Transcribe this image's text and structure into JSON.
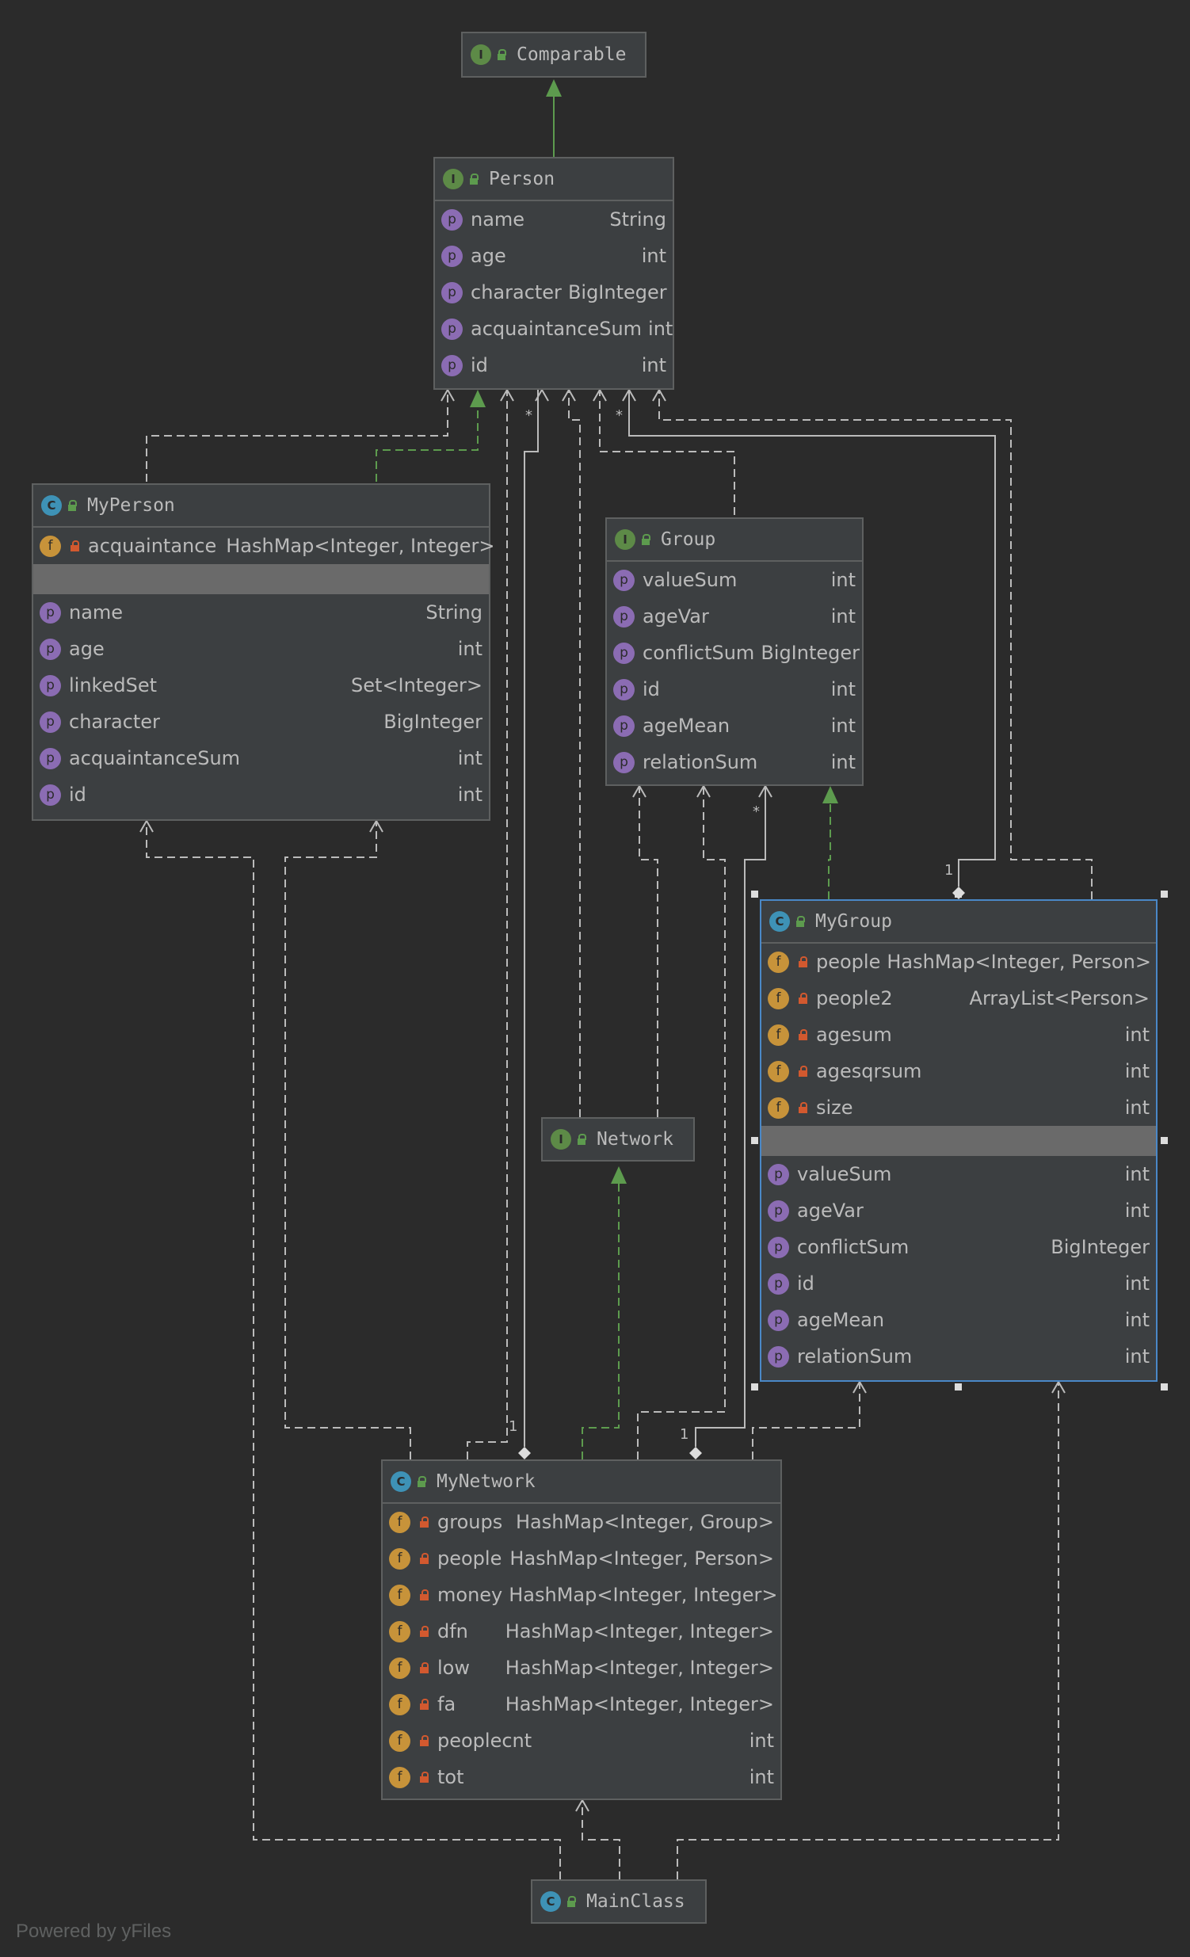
{
  "diagram": {
    "comparable": {
      "kind": "I",
      "name": "Comparable"
    },
    "person": {
      "kind": "I",
      "name": "Person",
      "props": [
        {
          "kind": "p",
          "name": "name",
          "type": "String"
        },
        {
          "kind": "p",
          "name": "age",
          "type": "int"
        },
        {
          "kind": "p",
          "name": "character",
          "type": "BigInteger"
        },
        {
          "kind": "p",
          "name": "acquaintanceSum",
          "type": "int"
        },
        {
          "kind": "p",
          "name": "id",
          "type": "int"
        }
      ]
    },
    "myperson": {
      "kind": "C",
      "name": "MyPerson",
      "fields": [
        {
          "kind": "f",
          "name": "acquaintance",
          "type": "HashMap<Integer, Integer>"
        }
      ],
      "props": [
        {
          "kind": "p",
          "name": "name",
          "type": "String"
        },
        {
          "kind": "p",
          "name": "age",
          "type": "int"
        },
        {
          "kind": "p",
          "name": "linkedSet",
          "type": "Set<Integer>"
        },
        {
          "kind": "p",
          "name": "character",
          "type": "BigInteger"
        },
        {
          "kind": "p",
          "name": "acquaintanceSum",
          "type": "int"
        },
        {
          "kind": "p",
          "name": "id",
          "type": "int"
        }
      ]
    },
    "group": {
      "kind": "I",
      "name": "Group",
      "props": [
        {
          "kind": "p",
          "name": "valueSum",
          "type": "int"
        },
        {
          "kind": "p",
          "name": "ageVar",
          "type": "int"
        },
        {
          "kind": "p",
          "name": "conflictSum",
          "type": "BigInteger"
        },
        {
          "kind": "p",
          "name": "id",
          "type": "int"
        },
        {
          "kind": "p",
          "name": "ageMean",
          "type": "int"
        },
        {
          "kind": "p",
          "name": "relationSum",
          "type": "int"
        }
      ]
    },
    "mygroup": {
      "kind": "C",
      "name": "MyGroup",
      "fields": [
        {
          "kind": "f",
          "name": "people",
          "type": "HashMap<Integer, Person>"
        },
        {
          "kind": "f",
          "name": "people2",
          "type": "ArrayList<Person>"
        },
        {
          "kind": "f",
          "name": "agesum",
          "type": "int"
        },
        {
          "kind": "f",
          "name": "agesqrsum",
          "type": "int"
        },
        {
          "kind": "f",
          "name": "size",
          "type": "int"
        }
      ],
      "props": [
        {
          "kind": "p",
          "name": "valueSum",
          "type": "int"
        },
        {
          "kind": "p",
          "name": "ageVar",
          "type": "int"
        },
        {
          "kind": "p",
          "name": "conflictSum",
          "type": "BigInteger"
        },
        {
          "kind": "p",
          "name": "id",
          "type": "int"
        },
        {
          "kind": "p",
          "name": "ageMean",
          "type": "int"
        },
        {
          "kind": "p",
          "name": "relationSum",
          "type": "int"
        }
      ]
    },
    "network": {
      "kind": "I",
      "name": "Network"
    },
    "mynetwork": {
      "kind": "C",
      "name": "MyNetwork",
      "fields": [
        {
          "kind": "f",
          "name": "groups",
          "type": "HashMap<Integer, Group>"
        },
        {
          "kind": "f",
          "name": "people",
          "type": "HashMap<Integer, Person>"
        },
        {
          "kind": "f",
          "name": "money",
          "type": "HashMap<Integer, Integer>"
        },
        {
          "kind": "f",
          "name": "dfn",
          "type": "HashMap<Integer, Integer>"
        },
        {
          "kind": "f",
          "name": "low",
          "type": "HashMap<Integer, Integer>"
        },
        {
          "kind": "f",
          "name": "fa",
          "type": "HashMap<Integer, Integer>"
        },
        {
          "kind": "f",
          "name": "peoplecnt",
          "type": "int"
        },
        {
          "kind": "f",
          "name": "tot",
          "type": "int"
        }
      ]
    },
    "mainclass": {
      "kind": "C",
      "name": "MainClass"
    },
    "multiplicities": {
      "person_star_left": "*",
      "person_star_right": "*",
      "group_star": "*",
      "mygroup_one": "1",
      "mynetwork_one_left": "1",
      "mynetwork_one_right": "1"
    },
    "colors": {
      "background": "#2b2b2b",
      "node_fill": "#3c3f41",
      "node_border": "#5e6060",
      "selected_border": "#4a88c7",
      "dependency": "#bbbbbb",
      "realization": "#5d9b4e",
      "interface_badge": "#5d8a47",
      "class_badge": "#3e92b6",
      "field_badge": "#c7933a",
      "property_badge": "#8b6cb3"
    },
    "footer": "Powered by yFiles"
  }
}
